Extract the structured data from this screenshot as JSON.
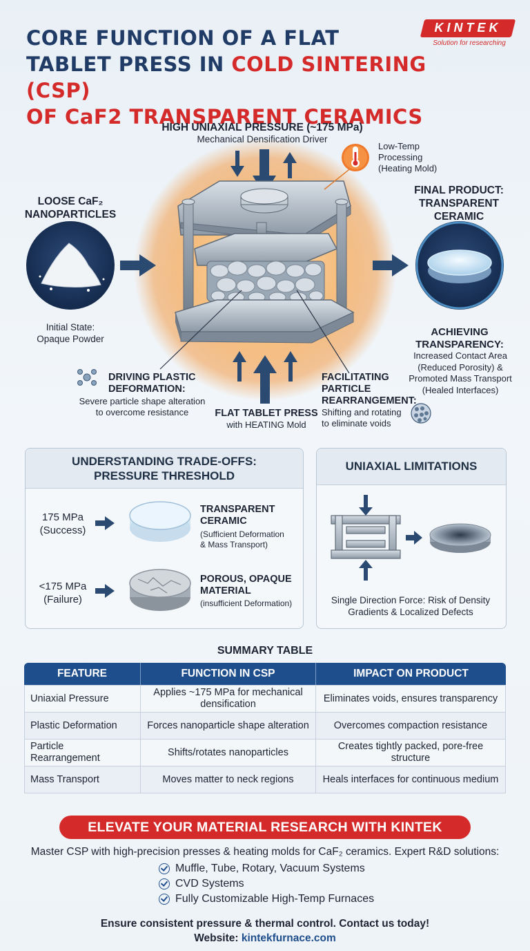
{
  "header": {
    "title_line1": "CORE FUNCTION OF A FLAT",
    "title_line2_a": "TABLET PRESS IN ",
    "title_line2_b": "COLD SINTERING (CSP)",
    "title_line3": "OF CaF2 TRANSPARENT CERAMICS",
    "logo_text": "KINTEK",
    "logo_tagline": "Solution for researching"
  },
  "diagram": {
    "pressure_title": "HIGH UNIAXIAL PRESSURE (~175 MPa)",
    "pressure_sub": "Mechanical Densification Driver",
    "low_temp": [
      "Low-Temp",
      "Processing",
      "(Heating Mold)"
    ],
    "loose_title": [
      "LOOSE CaF₂",
      "NANOPARTICLES"
    ],
    "initial_state": [
      "Initial State:",
      "Opaque Powder"
    ],
    "final_title": [
      "FINAL PRODUCT:",
      "TRANSPARENT",
      "CERAMIC"
    ],
    "achieving_title": [
      "ACHIEVING",
      "TRANSPARENCY:"
    ],
    "achieving_text": [
      "Increased Contact Area",
      "(Reduced Porosity) &",
      "Promoted Mass Transport",
      "(Healed Interfaces)"
    ],
    "plastic_title": [
      "DRIVING PLASTIC",
      "DEFORMATION:"
    ],
    "plastic_text": [
      "Severe particle shape alteration",
      "to overcome resistance"
    ],
    "press_title": "FLAT TABLET PRESS",
    "press_sub": "with HEATING Mold",
    "rearr_title": [
      "FACILITATING",
      "PARTICLE",
      "REARRANGEMENT:"
    ],
    "rearr_text": [
      "Shifting and rotating",
      "to eliminate voids"
    ]
  },
  "tradeoffs": {
    "title_line1": "UNDERSTANDING TRADE-OFFS:",
    "title_line2": "PRESSURE THRESHOLD",
    "success_pressure": "175 MPa",
    "success_label": "(Success)",
    "success_title": [
      "TRANSPARENT",
      "CERAMIC"
    ],
    "success_note": [
      "(Sufficient Deformation",
      "& Mass Transport)"
    ],
    "failure_pressure": "<175 MPa",
    "failure_label": "(Failure)",
    "failure_title": [
      "POROUS, OPAQUE",
      "MATERIAL"
    ],
    "failure_note": "(insufficient Deformation)"
  },
  "limitations": {
    "title": "UNIAXIAL LIMITATIONS",
    "caption": [
      "Single Direction Force: Risk of Density",
      "Gradients & Localized Defects"
    ]
  },
  "summary": {
    "title": "SUMMARY TABLE",
    "headers": [
      "FEATURE",
      "FUNCTION IN CSP",
      "IMPACT ON PRODUCT"
    ],
    "rows": [
      [
        "Uniaxial Pressure",
        "Applies ~175 MPa for mechanical densification",
        "Eliminates voids, ensures transparency"
      ],
      [
        "Plastic Deformation",
        "Forces nanoparticle shape alteration",
        "Overcomes compaction resistance"
      ],
      [
        "Particle Rearrangement",
        "Shifts/rotates nanoparticles",
        "Creates tightly packed, pore-free structure"
      ],
      [
        "Mass Transport",
        "Moves matter to neck regions",
        "Heals interfaces for continuous medium"
      ]
    ]
  },
  "cta": {
    "banner": "ELEVATE YOUR MATERIAL RESEARCH WITH KINTEK",
    "intro": "Master CSP with high-precision presses & heating molds for CaF₂ ceramics. Expert R&D solutions:",
    "bullets": [
      "Muffle, Tube, Rotary, Vacuum Systems",
      "CVD Systems",
      "Fully Customizable High-Temp Furnaces"
    ],
    "closing": "Ensure consistent pressure & thermal control. Contact us today!",
    "website_label": "Website: ",
    "website": "kintekfurnace.com"
  },
  "colors": {
    "navy": "#1f3b66",
    "red": "#d42a2a",
    "table_head": "#1f4e8c",
    "glow": "#f5a35a"
  }
}
